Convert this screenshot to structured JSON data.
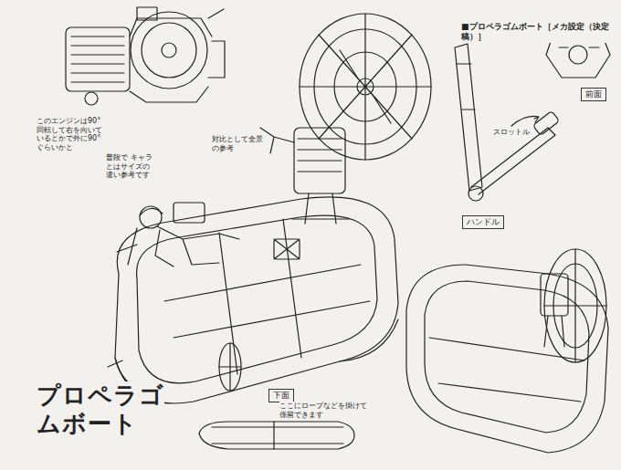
{
  "diagram": {
    "title": "■プロペラゴムボート［メカ設定（決定稿）］",
    "nodes": [
      {
        "text": [
          "前面"
        ]
      },
      {
        "text": [
          "ハンドル"
        ]
      },
      {
        "text": [
          "下面"
        ]
      }
    ],
    "labels": [
      "このエンジンは90°回転して右を向いているとかで外に90°ぐらいかと",
      "普段で キャラとはサイズの違い参考です",
      "対比として全景の参考",
      "スロットル",
      "プロペラゴムボート",
      "ここにロープなどを掛けて係留できます"
    ]
  }
}
